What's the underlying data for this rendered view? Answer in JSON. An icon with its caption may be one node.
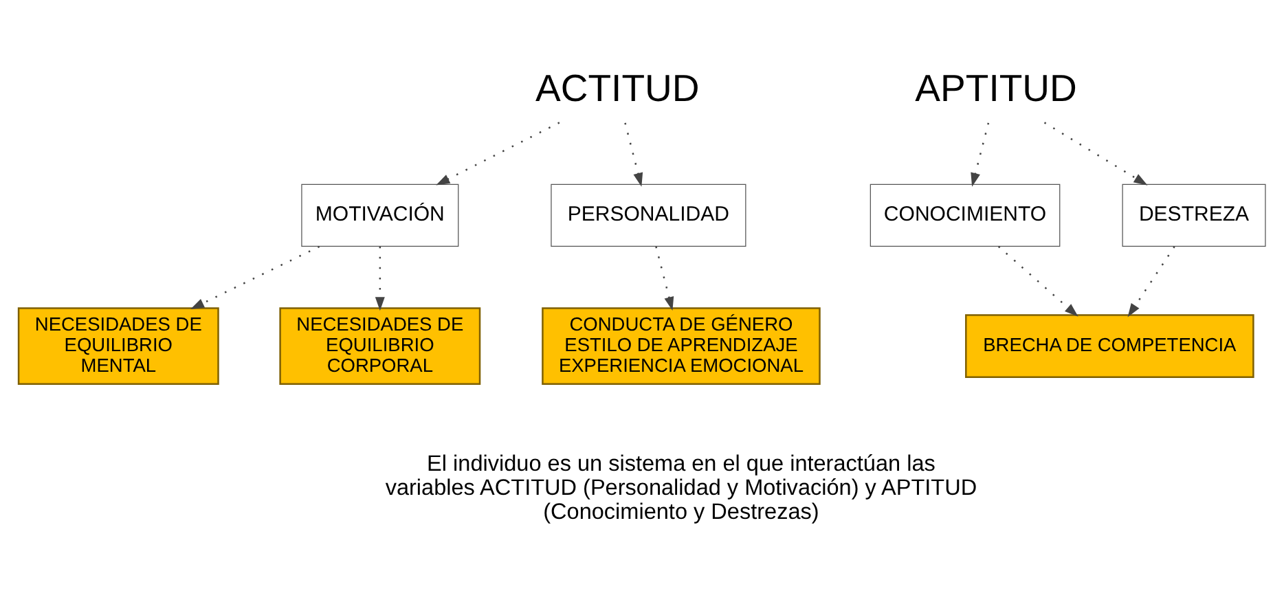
{
  "diagram": {
    "nodes": [
      {
        "text": [
          "ACTITUD"
        ]
      },
      {
        "text": [
          "MOTIVACIÓN"
        ]
      },
      {
        "text": [
          "PERSONALIDAD"
        ]
      },
      {
        "text": [
          "NECESIDADES DE EQUILIBRIO MENTAL"
        ]
      },
      {
        "text": [
          "NECESIDADES DE EQUILIBRIO CORPORAL"
        ]
      },
      {
        "text": [
          "CONDUCTA DE GÉNERO ESTILO DE APRENDIZAJE EXPERIENCIA EMOCIONAL"
        ]
      },
      {
        "text": [
          "APTITUD"
        ]
      },
      {
        "text": [
          "CONOCIMIENTO"
        ]
      },
      {
        "text": [
          "DESTREZA"
        ]
      },
      {
        "text": [
          "BRECHA DE COMPETENCIA"
        ]
      }
    ],
    "edges": [
      {
        "from": 0,
        "to": 1,
        "arrow": "to"
      },
      {
        "from": 0,
        "to": 2,
        "arrow": "to"
      },
      {
        "from": 1,
        "to": 3,
        "arrow": "to"
      },
      {
        "from": 1,
        "to": 4,
        "arrow": "to"
      },
      {
        "from": 2,
        "to": 5,
        "arrow": "to"
      },
      {
        "from": 6,
        "to": 7,
        "arrow": "to"
      },
      {
        "from": 6,
        "to": 8,
        "arrow": "to"
      },
      {
        "from": 7,
        "to": 9,
        "arrow": "to"
      },
      {
        "from": 8,
        "to": 9,
        "arrow": "to"
      }
    ],
    "labels": [
      "El individuo es un sistema en el que interactúan las variables ACTITUD (Personalidad y Motivación) y APTITUD (Conocimiento y Destrezas)"
    ]
  }
}
